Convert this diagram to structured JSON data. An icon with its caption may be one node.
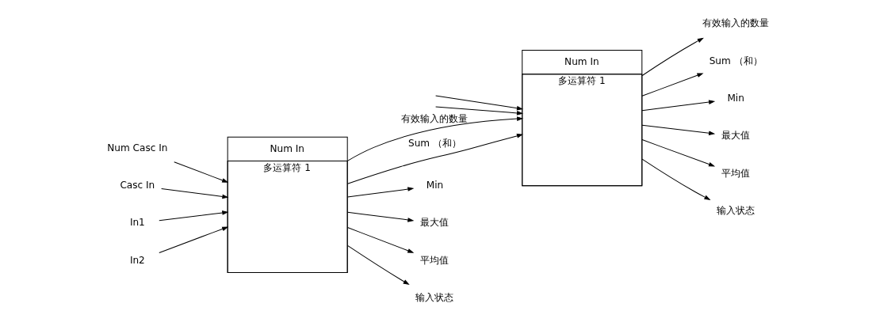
{
  "diagram": {
    "nodes": [
      {
        "text": [
          "Num In",
          "多运算符 1"
        ]
      },
      {
        "text": [
          "Num Casc In"
        ]
      },
      {
        "text": [
          "Casc In"
        ]
      },
      {
        "text": [
          "In1"
        ]
      },
      {
        "text": [
          "In2"
        ]
      },
      {
        "text": [
          "Num In",
          "多运算符 1"
        ]
      },
      {
        "text": [
          "Min"
        ]
      },
      {
        "text": [
          "最大值"
        ]
      },
      {
        "text": [
          "平均值"
        ]
      },
      {
        "text": [
          "输入状态"
        ]
      },
      {
        "text": [
          "有效输入的数量"
        ]
      },
      {
        "text": [
          "Sum （和）"
        ]
      },
      {
        "text": [
          "Min"
        ]
      },
      {
        "text": [
          "最大值"
        ]
      },
      {
        "text": [
          "平均值"
        ]
      },
      {
        "text": [
          "输入状态"
        ]
      }
    ],
    "edges": [
      {
        "from": 1,
        "to": 0,
        "arrow": "to"
      },
      {
        "from": 2,
        "to": 0,
        "arrow": "to"
      },
      {
        "from": 3,
        "to": 0,
        "arrow": "to"
      },
      {
        "from": 4,
        "to": 0,
        "arrow": "to"
      },
      {
        "from": 0,
        "to": 5,
        "arrow": "to",
        "label": "有效输入的数量"
      },
      {
        "from": 0,
        "to": 5,
        "arrow": "to",
        "label": "Sum （和）"
      },
      {
        "from": 0,
        "to": 6,
        "arrow": "to"
      },
      {
        "from": 0,
        "to": 7,
        "arrow": "to"
      },
      {
        "from": 0,
        "to": 8,
        "arrow": "to"
      },
      {
        "from": 0,
        "to": 9,
        "arrow": "to"
      },
      {
        "from": null,
        "to": 5,
        "arrow": "to"
      },
      {
        "from": null,
        "to": 5,
        "arrow": "to"
      },
      {
        "from": 5,
        "to": 10,
        "arrow": "to"
      },
      {
        "from": 5,
        "to": 11,
        "arrow": "to"
      },
      {
        "from": 5,
        "to": 12,
        "arrow": "to"
      },
      {
        "from": 5,
        "to": 13,
        "arrow": "to"
      },
      {
        "from": 5,
        "to": 14,
        "arrow": "to"
      },
      {
        "from": 5,
        "to": 15,
        "arrow": "to"
      }
    ]
  }
}
